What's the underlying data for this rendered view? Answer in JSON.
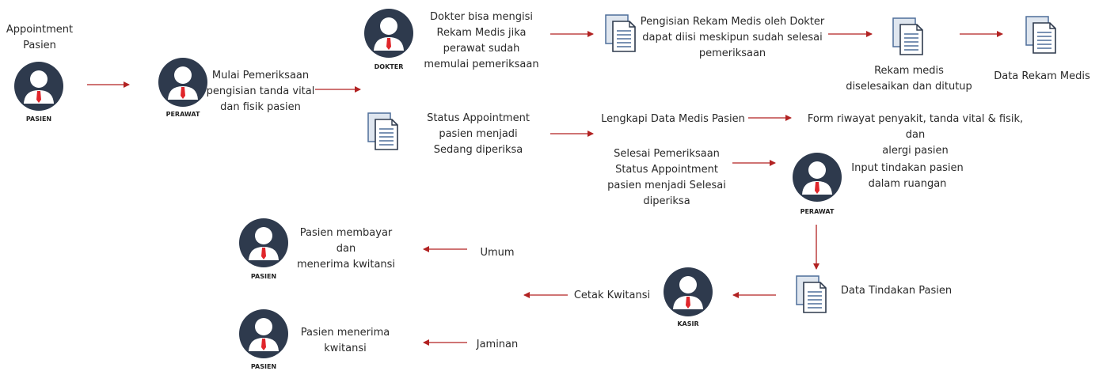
{
  "start_label": "Appointment\nPasien",
  "roles": {
    "pasien": "PASIEN",
    "perawat": "PERAWAT",
    "dokter": "DOKTER",
    "kasir": "KASIR"
  },
  "labels": {
    "mulai_pemeriksaan": "Mulai Pemeriksaan\npengisian tanda vital\ndan fisik pasien",
    "dokter_bisa": "Dokter bisa mengisi\nRekam Medis jika\nperawat sudah\nmemulai pemeriksaan",
    "pengisian_rekam": "Pengisian Rekam Medis oleh Dokter\ndapat diisi meskipun sudah selesai\npemeriksaan",
    "rekam_selesai": "Rekam medis\ndiselesaikan dan ditutup",
    "data_rekam": "Data Rekam Medis",
    "status_sedang": "Status Appointment\npasien menjadi\nSedang diperiksa",
    "lengkapi": "Lengkapi Data Medis Pasien",
    "form_riwayat": "Form riwayat penyakit, tanda vital & fisik, dan\nalergi pasien",
    "selesai_pemeriksaan": "Selesai Pemeriksaan\nStatus Appointment\npasien menjadi Selesai\ndiperiksa",
    "input_tindakan": "Input tindakan pasien\ndalam ruangan",
    "data_tindakan": "Data Tindakan Pasien",
    "cetak_kwitansi": "Cetak Kwitansi",
    "umum": "Umum",
    "jaminan": "Jaminan",
    "pasien_membayar": "Pasien membayar\ndan\nmenerima kwitansi",
    "pasien_menerima": "Pasien menerima\nkwitansi"
  },
  "colors": {
    "avatar": "#2e3a4d",
    "tie": "#e0262b",
    "arrow": "#b22222",
    "doc_blue": "#4f6f9a"
  }
}
